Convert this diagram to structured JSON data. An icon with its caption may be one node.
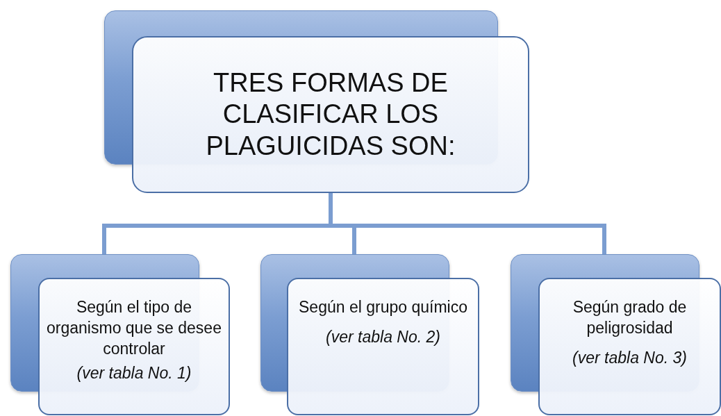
{
  "diagram": {
    "nodes": [
      {
        "text": [
          "TRES FORMAS DE CLASIFICAR LOS PLAGUICIDAS SON:"
        ]
      },
      {
        "text": [
          "Según el tipo de organismo que se desee controlar",
          "(ver tabla No. 1)"
        ]
      },
      {
        "text": [
          "Según el grupo químico",
          "(ver tabla No. 2)"
        ]
      },
      {
        "text": [
          "Según grado de peligrosidad",
          "(ver tabla No. 3)"
        ]
      }
    ],
    "edges": [
      {
        "from": 0,
        "to": 1,
        "arrow": "none"
      },
      {
        "from": 0,
        "to": 2,
        "arrow": "none"
      },
      {
        "from": 0,
        "to": 3,
        "arrow": "none"
      }
    ]
  }
}
